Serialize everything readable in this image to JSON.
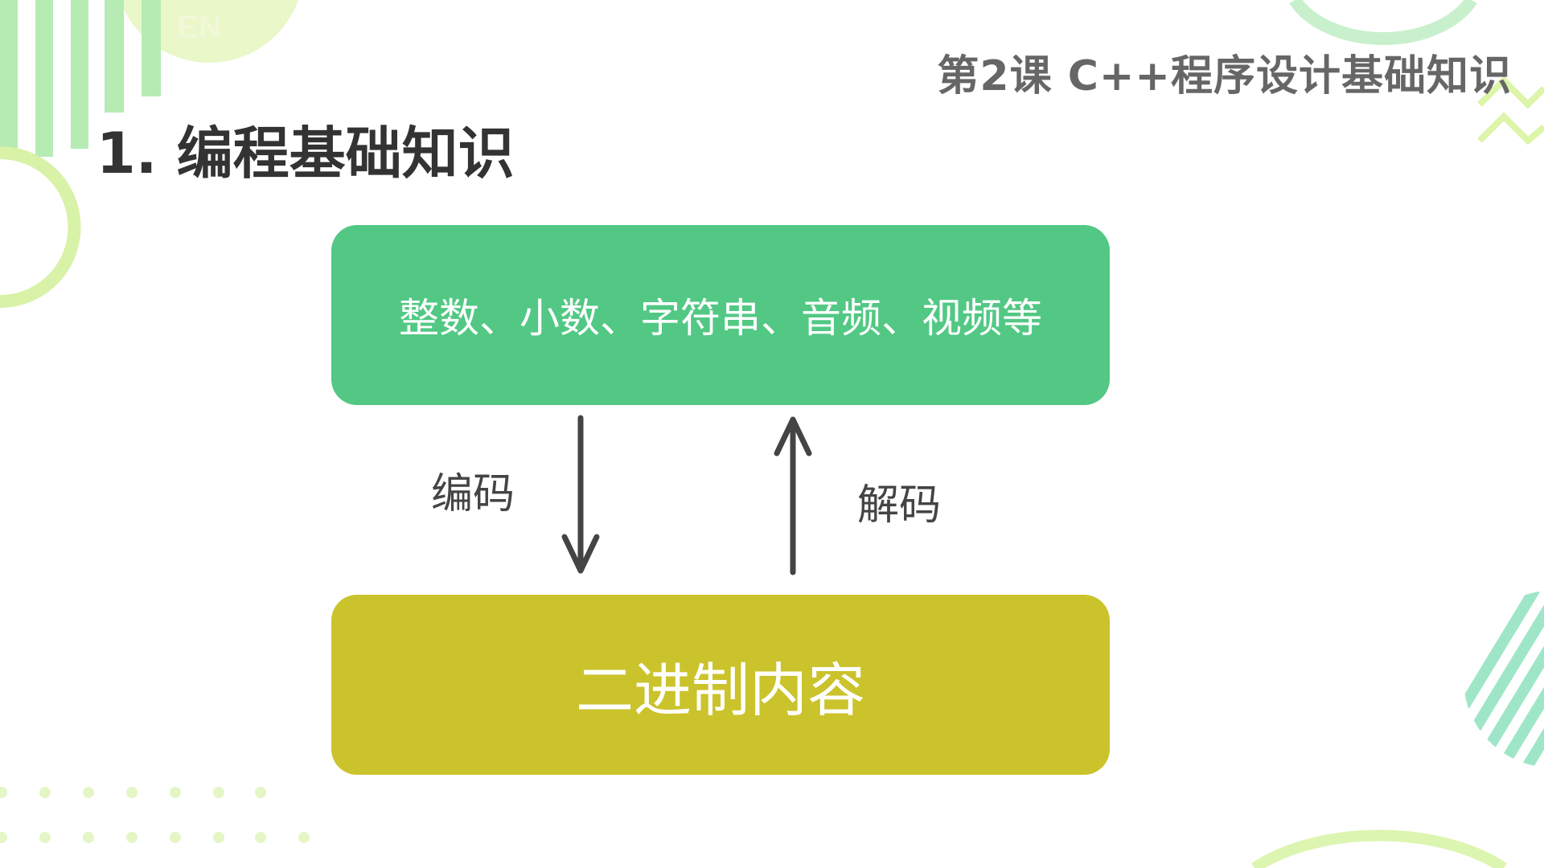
{
  "header": {
    "lesson_title": "第2课 C++程序设计基础知识",
    "watermark": "EN"
  },
  "section": {
    "title": "1. 编程基础知识"
  },
  "diagram": {
    "top_node": {
      "label": "整数、小数、字符串、音频、视频等",
      "color": "#52c884"
    },
    "bottom_node": {
      "label": "二进制内容",
      "color": "#cbc32b"
    },
    "encode_label": "编码",
    "decode_label": "解码",
    "arrow_color": "#444444"
  },
  "colors": {
    "decor_light_green": "#d9f4b6",
    "decor_green": "#b8eab8",
    "decor_teal": "#9fe6c8"
  }
}
